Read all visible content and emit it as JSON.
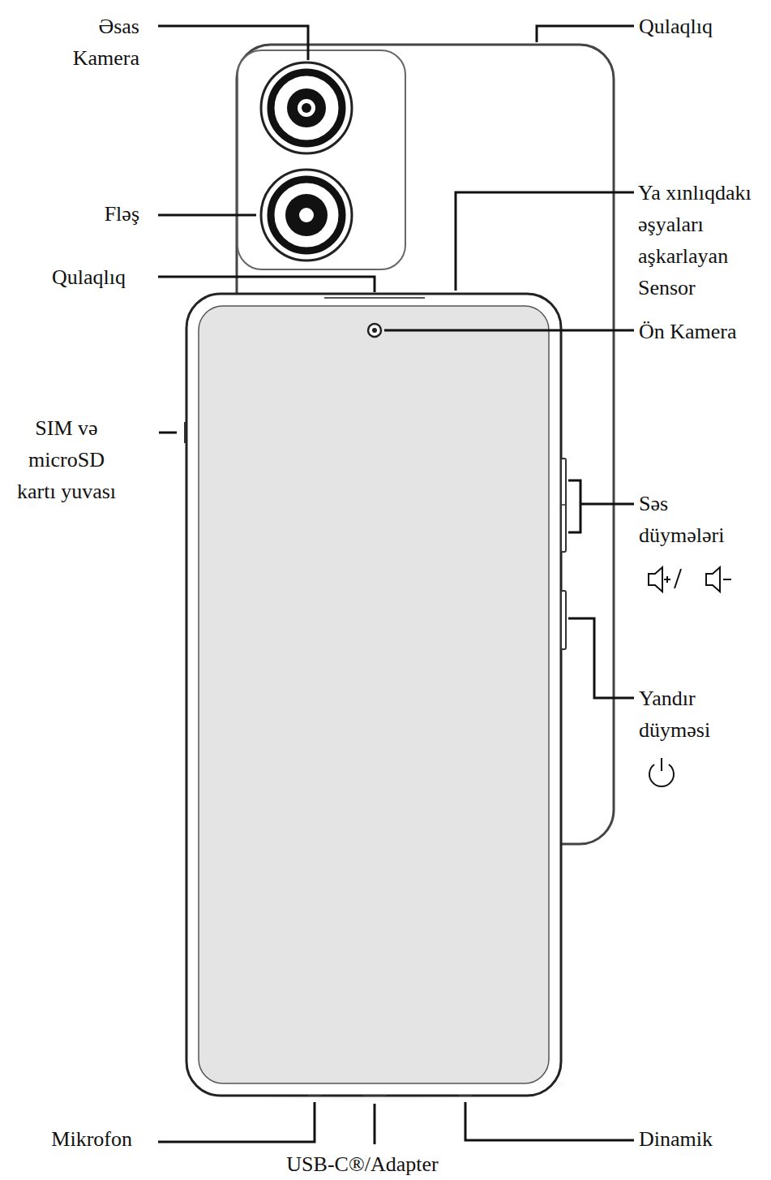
{
  "diagram": {
    "labels": [
      "Əsas Kamera",
      "Qulaqlıq",
      "Ya xınlıqdakı əşyaları aşkarlayan Sensor",
      "Fləş",
      "Qulaqlıq",
      "Ön Kamera",
      "SIM və microSD kartı yuvası",
      "Səs düymələri",
      "Yandır düyməsi",
      "Mikrofon",
      "USB-C®/Adapter",
      "Dinamik"
    ]
  }
}
